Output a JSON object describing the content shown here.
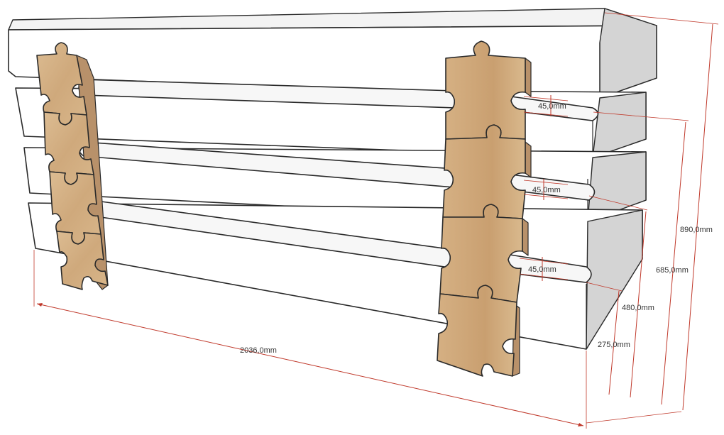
{
  "dimensions": {
    "width_label": "2036,0mm",
    "height_total_label": "890,0mm",
    "height_3_label": "685,0mm",
    "height_2_label": "480,0mm",
    "height_1_label": "275,0mm",
    "gap_top_label": "45,0mm",
    "gap_mid_label": "45,0mm",
    "gap_bot_label": "45,0mm"
  },
  "colors": {
    "dimension": "#c0392b",
    "wood_light": "#d7b68c",
    "wood_dark": "#c9a175",
    "plank_face": "#ffffff",
    "plank_side": "#d4d4d4"
  }
}
